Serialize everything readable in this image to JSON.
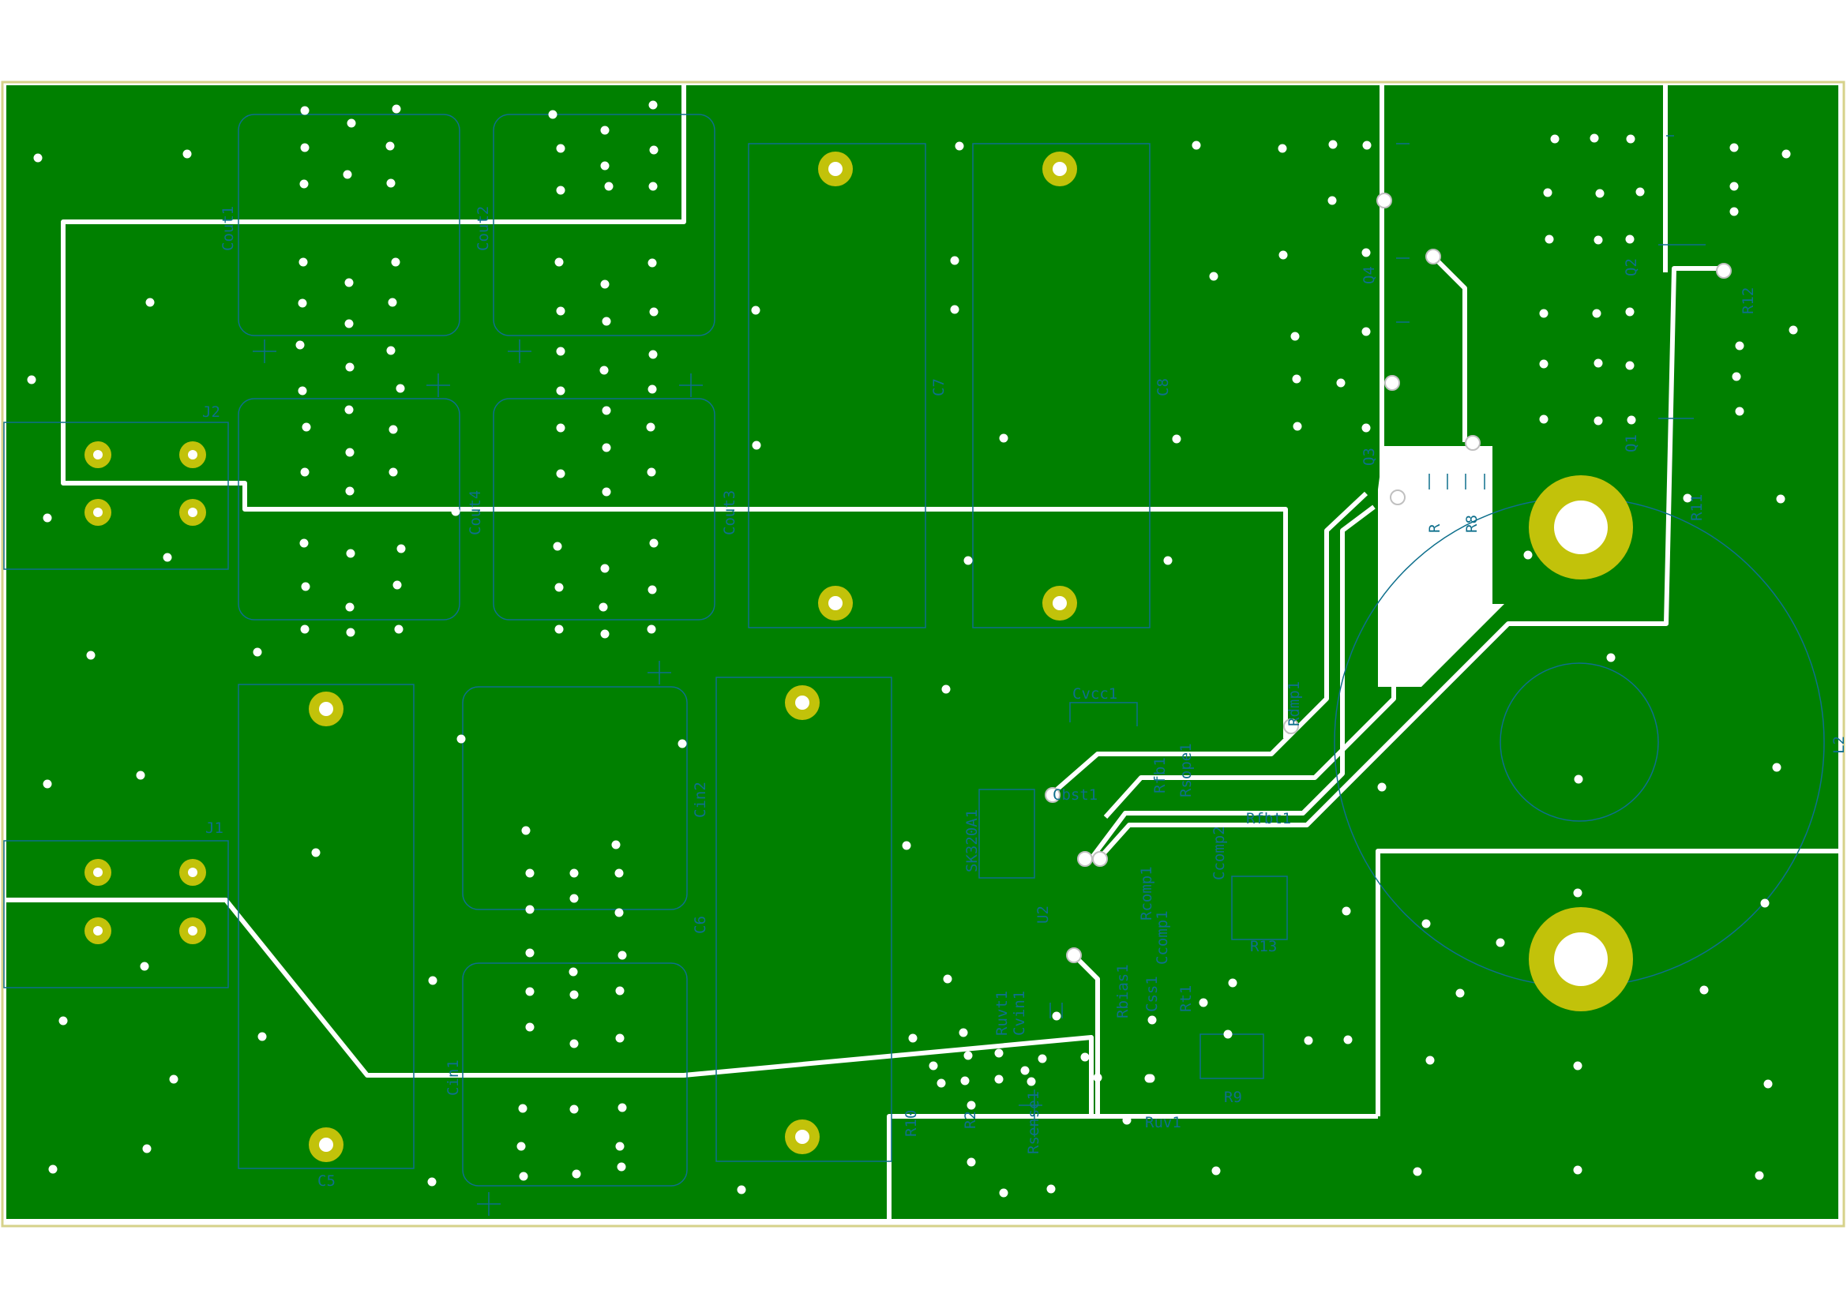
{
  "colors": {
    "copper": "#008000",
    "track": "#ffffff",
    "silk": "#0e6f8c",
    "pad": "#c2c20a",
    "edge": "#d6d28a",
    "background": "#ffffff"
  },
  "labels": {
    "cout1": "Cout1",
    "cout2": "Cout2",
    "cout3": "Cout3",
    "cout4": "Cout4",
    "c7": "C7",
    "c8": "C8",
    "c5": "C5",
    "c6": "C6",
    "cin1": "Cin1",
    "cin2": "Cin2",
    "j1": "J1",
    "j2": "J2",
    "q1": "Q1",
    "q2": "Q2",
    "q3": "Q3",
    "q4": "Q4",
    "r11": "R11",
    "r12": "R12",
    "r13": "R13",
    "r9": "R9",
    "r10": "R10",
    "r_small": "R",
    "r8": "R8",
    "l2": "L2",
    "u2": "U2",
    "sk320a1": "SK320A1",
    "cvcc1": "Cvcc1",
    "cbst1": "Cbst1",
    "rfb1": "Rfb1",
    "rsoe1": "Rsope1",
    "rcomp1": "Rcomp1",
    "ccomp1": "Ccomp1",
    "ccomp2": "Ccomp2",
    "rfbt1": "Rfbt1",
    "css1": "Css1",
    "rt1": "Rt1",
    "ruv1": "Ruv1",
    "rsense1": "Rsense1",
    "rbias1": "Rbias1",
    "cvin1": "Cvin1",
    "ruvt1": "Ruvt1",
    "r2": "R2",
    "rdamp1": "Rdmp1"
  }
}
